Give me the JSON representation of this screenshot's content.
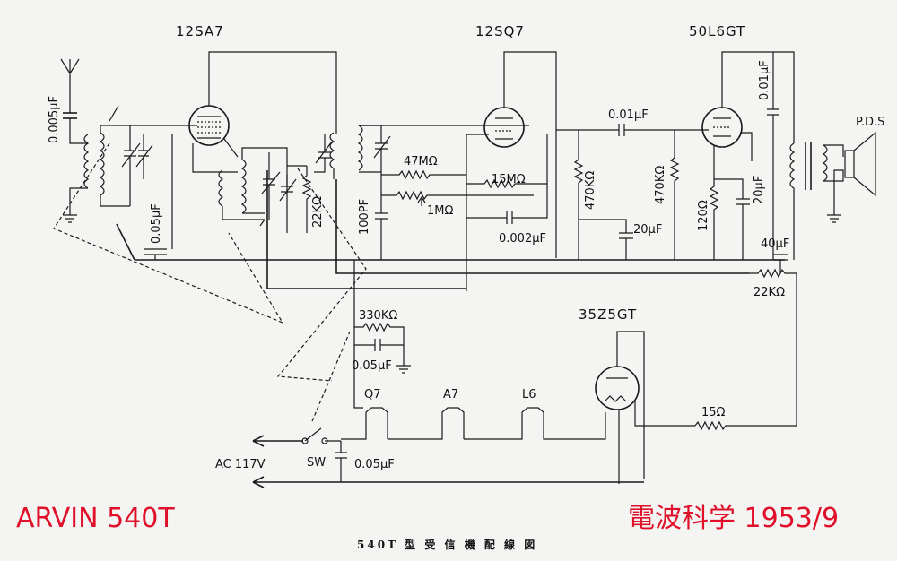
{
  "tubes": {
    "t1": "12SA7",
    "t2": "12SQ7",
    "t3": "50L6GT",
    "t4": "35Z5GT"
  },
  "components": {
    "c_ant": "0.005μF",
    "c_avc": "0.05μF",
    "r_osc": "22KΩ",
    "c_100": "100PF",
    "r_47m": "47MΩ",
    "r_15m": "15MΩ",
    "r_1m": "1MΩ",
    "c_002": "0.002μF",
    "c_001a": "0.01μF",
    "r_470a": "470KΩ",
    "r_470b": "470KΩ",
    "c_20a": "20μF",
    "r_120": "120Ω",
    "c_20b": "20μF",
    "c_001b": "0.01μF",
    "spk": "P.D.S",
    "c_40": "40μF",
    "r_22k": "22KΩ",
    "r_330": "330KΩ",
    "c_005b": "0.05μF",
    "h_q7": "Q7",
    "h_a7": "A7",
    "h_l6": "L6",
    "r_15": "15Ω",
    "ac": "AC 117V",
    "sw": "SW",
    "c_005c": "0.05μF"
  },
  "red_left": "ARVIN 540T",
  "red_right": "電波科学 1953/9",
  "caption": "540T 型 受 信 機 配 線 図"
}
